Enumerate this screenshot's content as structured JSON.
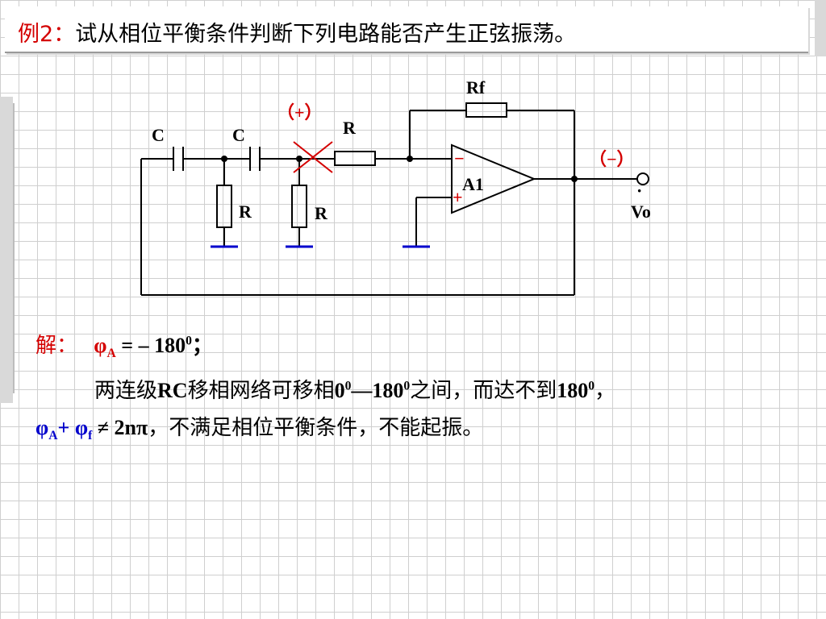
{
  "title": {
    "example": "例2：",
    "question": "试从相位平衡条件判断下列电路能否产生正弦振荡。"
  },
  "circuit": {
    "labels": {
      "rf": "Rf",
      "r_series": "R",
      "c1": "C",
      "c2": "C",
      "r_shunt1": "R",
      "r_shunt2": "R",
      "opamp": "A1",
      "minus_input": "−",
      "plus_input": "+",
      "feedback_phase": "（+）",
      "output_phase": "（−）",
      "output_dot": "·",
      "output": "Vo"
    },
    "colors": {
      "ground": "#0000cc",
      "cross": "#d40000",
      "annotation": "#d40000"
    }
  },
  "solution": {
    "label": "解：",
    "phi": "φ",
    "sub_a": "A",
    "eq": " = – 180",
    "deg": "0",
    "semi": "；",
    "line2_cn1": "两连级",
    "line2_rc": "RC",
    "line2_cn2": "移相网络可移相",
    "line2_v1": "0",
    "line2_dash": "—180",
    "line2_cn3": "之间，而达不到",
    "line2_v2": "180",
    "line2_end": "，",
    "line3_phi1": "φ",
    "line3_sub1": "A",
    "line3_plus": "+ ",
    "line3_phi2": "φ",
    "line3_sub2": "f",
    "line3_neq": " ≠ 2nπ",
    "line3_cn": "，不满足相位平衡条件，不能起振。"
  }
}
